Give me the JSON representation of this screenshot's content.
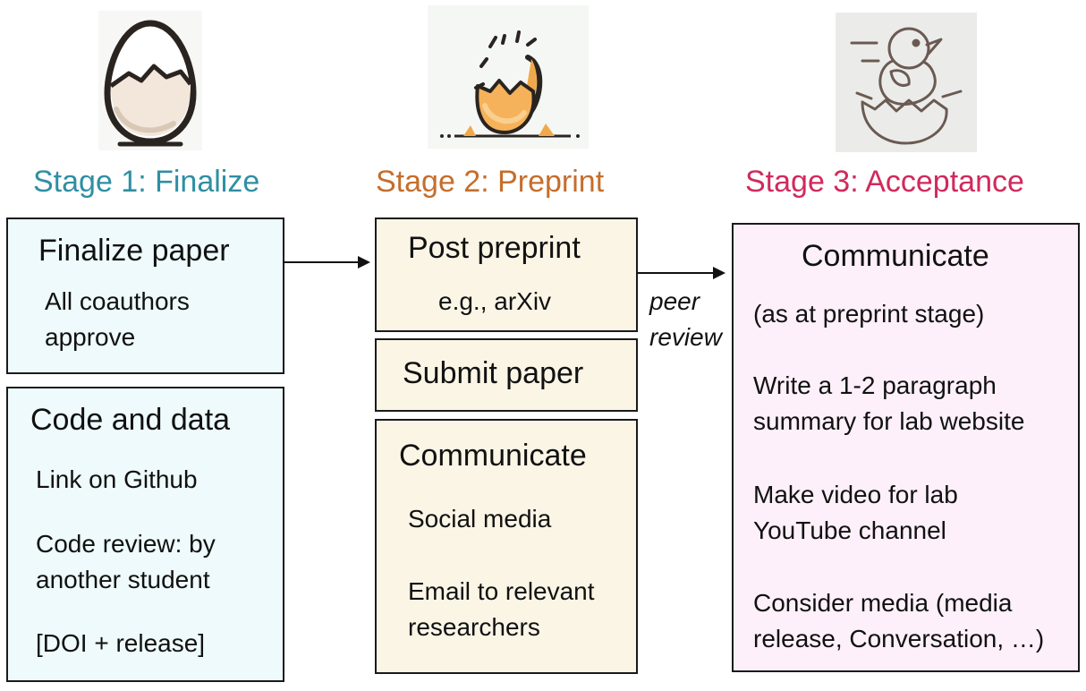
{
  "colors": {
    "stage1": "#2f8fa3",
    "stage2": "#c56e2c",
    "stage3": "#d02a5b",
    "teal_fill": "#eefafb",
    "tan_fill": "#fbf5e6",
    "pink_fill": "#fdf0fa"
  },
  "icons": {
    "stage1": "egg-icon",
    "stage2": "hatching-egg-icon",
    "stage3": "chick-icon"
  },
  "stage1": {
    "title": "Stage 1: Finalize",
    "finalize": {
      "title": "Finalize paper",
      "lines": [
        "All coauthors",
        "approve"
      ]
    },
    "code": {
      "title": "Code and data",
      "items": [
        [
          "Link on Github"
        ],
        [
          "Code review: by",
          "another student"
        ],
        [
          "[DOI + release]"
        ]
      ]
    }
  },
  "stage2": {
    "title": "Stage 2: Preprint",
    "post": {
      "title": "Post preprint",
      "line": "e.g., arXiv"
    },
    "submit": {
      "title": "Submit paper"
    },
    "communicate": {
      "title": "Communicate",
      "items": [
        [
          "Social media"
        ],
        [
          "Email to relevant",
          "researchers"
        ]
      ]
    }
  },
  "arrow_label": [
    "peer",
    "review"
  ],
  "stage3": {
    "title": "Stage 3: Acceptance",
    "communicate": {
      "title": "Communicate",
      "items": [
        [
          "(as at preprint stage)"
        ],
        [
          "Write a 1-2 paragraph",
          "summary for lab website"
        ],
        [
          "Make video for lab",
          "YouTube channel"
        ],
        [
          "Consider media (media",
          "release, Conversation, …)"
        ]
      ]
    }
  }
}
